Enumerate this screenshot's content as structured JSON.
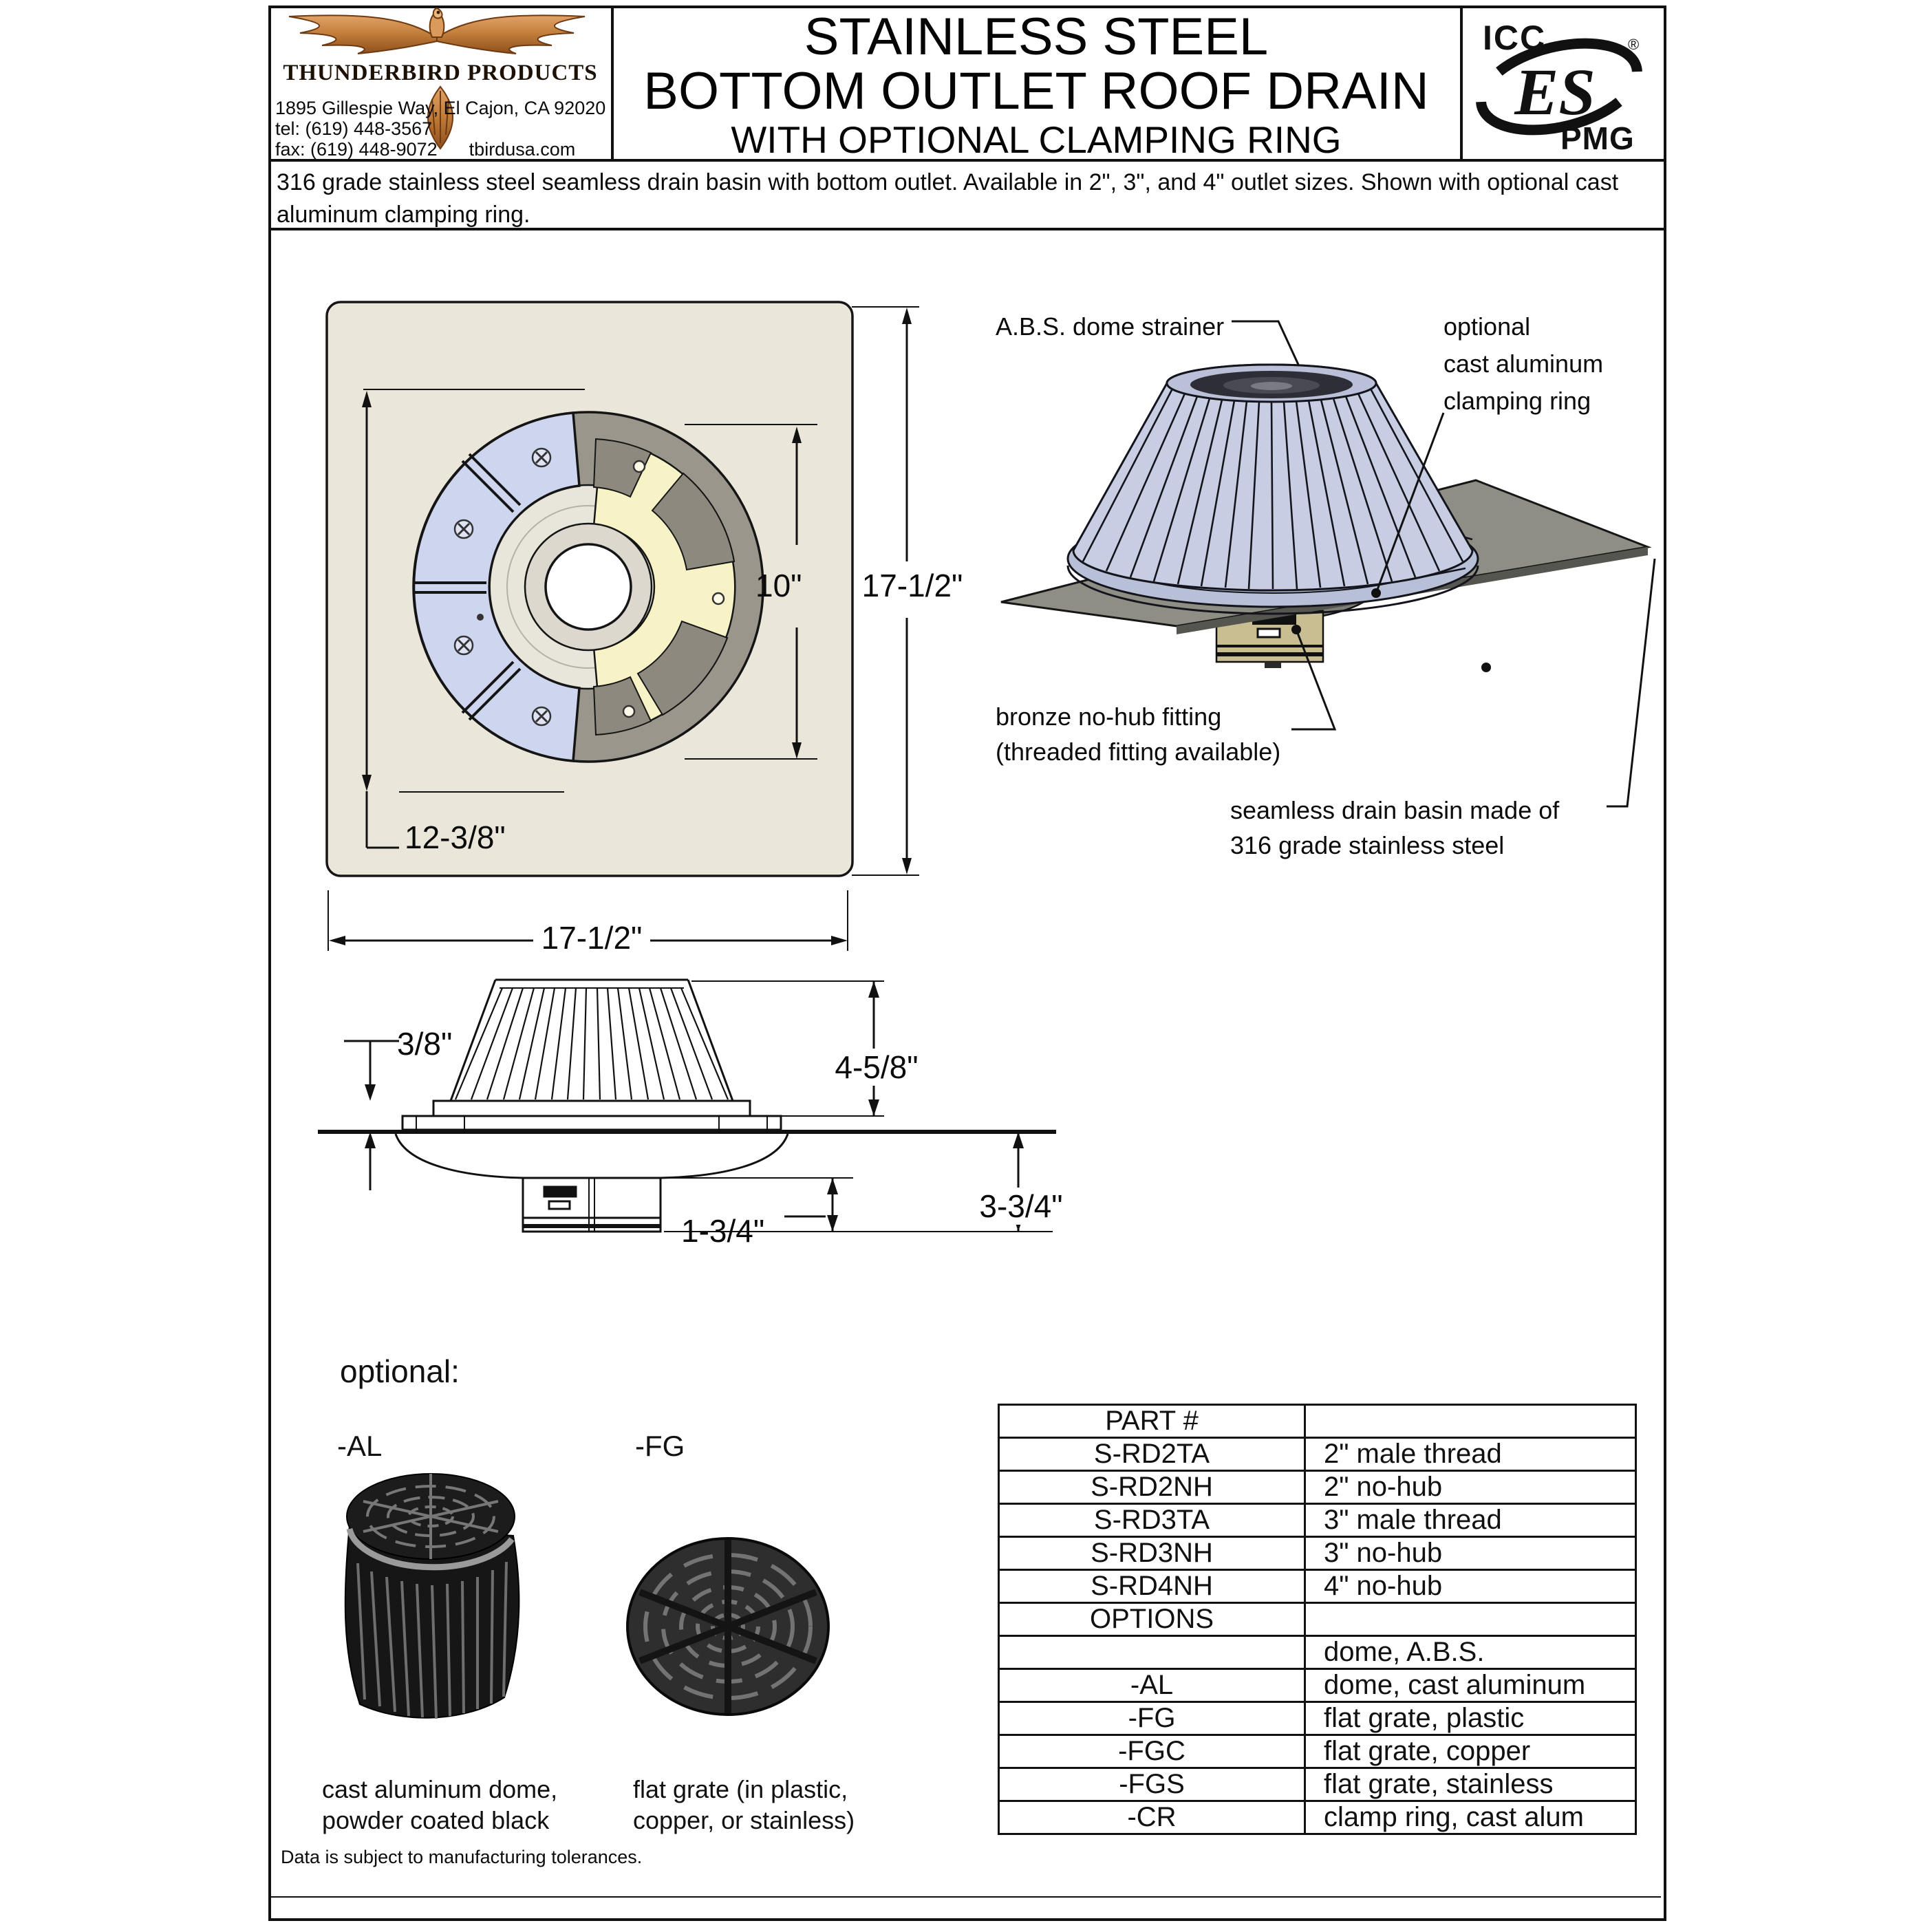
{
  "header": {
    "company": {
      "name": "THUNDERBIRD PRODUCTS",
      "address": "1895 Gillespie Way,  El Cajon,  CA 92020",
      "tel": "tel:  (619) 448-3567",
      "fax": "fax: (619) 448-9072",
      "website": "tbirdusa.com"
    },
    "title_line1": "STAINLESS STEEL",
    "title_line2": "BOTTOM OUTLET ROOF DRAIN",
    "title_line3": "WITH OPTIONAL CLAMPING RING",
    "cert": {
      "icc": "ICC",
      "es": "ES",
      "pmg": "PMG",
      "reg": "®"
    }
  },
  "description": "316 grade stainless steel seamless drain basin with bottom outlet. Available in 2\", 3\", and 4\" outlet sizes. Shown with optional cast aluminum clamping ring.",
  "top_view": {
    "dim_inner": "10\"",
    "dim_height": "17-1/2\"",
    "dim_ring": "12-3/8\"",
    "dim_width": "17-1/2\""
  },
  "render_labels": {
    "dome": "A.B.S. dome strainer",
    "clamp_line1": "optional",
    "clamp_line2": "cast aluminum",
    "clamp_line3": "clamping ring",
    "fitting_line1": "bronze no-hub fitting",
    "fitting_line2": "(threaded fitting available)",
    "basin_line1": "seamless drain basin made of",
    "basin_line2": "316 grade stainless steel"
  },
  "side_view": {
    "dim_flange": "3/8\"",
    "dim_dome_height": "4-5/8\"",
    "dim_basin_depth": "3-3/4\"",
    "dim_outlet_len": "1-3/4\""
  },
  "options_section": {
    "heading": "optional:",
    "al_code": "-AL",
    "fg_code": "-FG",
    "al_caption1": "cast aluminum dome,",
    "al_caption2": "powder coated black",
    "fg_caption1": "flat grate (in plastic,",
    "fg_caption2": "copper, or stainless)"
  },
  "parts_table": {
    "header_part": "PART #",
    "header_desc": "",
    "rows": [
      {
        "part": "S-RD2TA",
        "desc": "2\" male thread"
      },
      {
        "part": "S-RD2NH",
        "desc": "2\" no-hub"
      },
      {
        "part": "S-RD3TA",
        "desc": "3\" male thread"
      },
      {
        "part": "S-RD3NH",
        "desc": "3\" no-hub"
      },
      {
        "part": "S-RD4NH",
        "desc": "4\" no-hub"
      },
      {
        "part": "OPTIONS",
        "desc": ""
      },
      {
        "part": "",
        "desc": "dome, A.B.S."
      },
      {
        "part": "-AL",
        "desc": "dome, cast aluminum"
      },
      {
        "part": "-FG",
        "desc": "flat grate, plastic"
      },
      {
        "part": "-FGC",
        "desc": "flat grate, copper"
      },
      {
        "part": "-FGS",
        "desc": "flat grate, stainless"
      },
      {
        "part": "-CR",
        "desc": "clamp ring, cast alum"
      }
    ]
  },
  "footer": "Data is subject to manufacturing tolerances.",
  "colors": {
    "drawing_plate_beige": "#eae6d9",
    "clamp_ring_blue": "#ced5ef",
    "gasket_yellow": "#f7f3c6",
    "basin_gray": "#9a968b",
    "roof_plate_gray": "#8e8e85",
    "bronze_fitting": "#c9bd92",
    "dome_blue_gray": "#c7cde2",
    "logo_copper": "#c98a4b"
  }
}
